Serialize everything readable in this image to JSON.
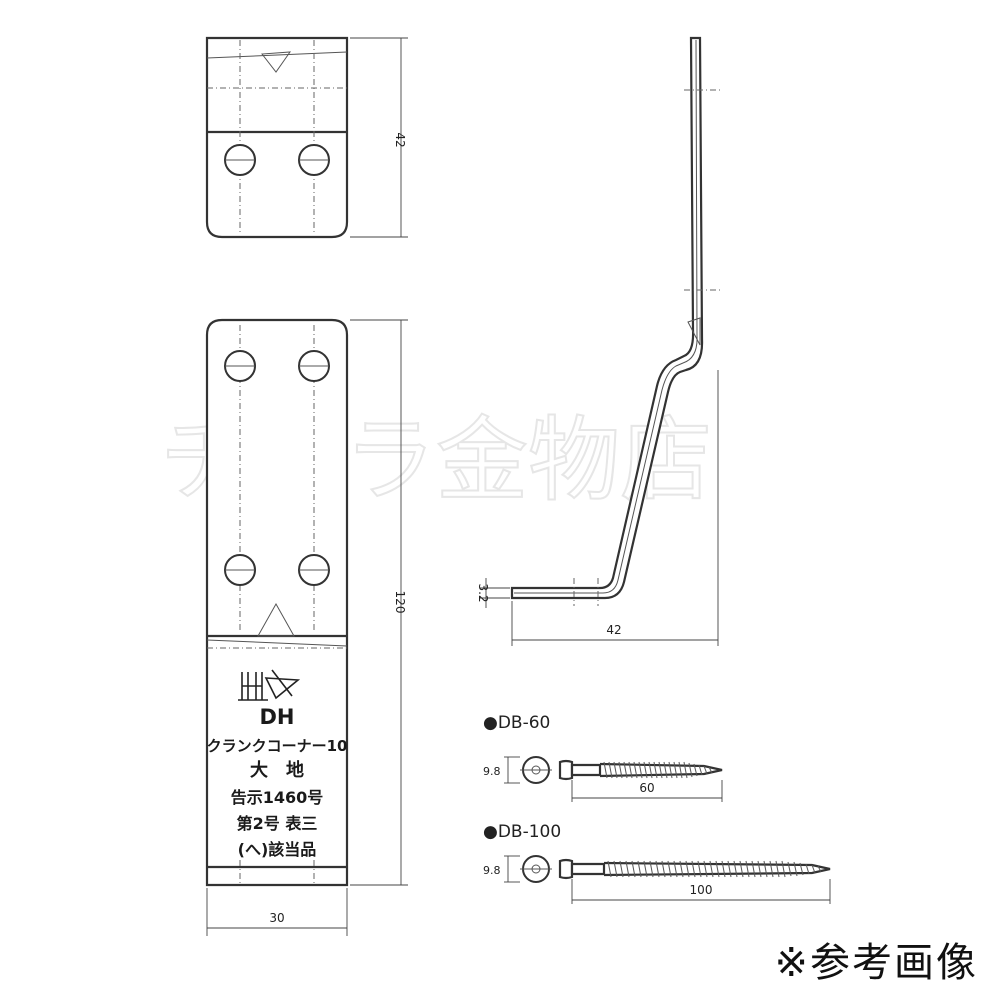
{
  "watermark": "チハラ金物店",
  "top_view": {
    "dim_height": "42"
  },
  "front_view": {
    "dim_height": "120",
    "dim_width": "30",
    "stamp": {
      "brand": "DH",
      "product": "クランクコーナー10",
      "maker": "大　地",
      "line1": "告示1460号",
      "line2": "第2号 表三",
      "line3": "(へ)該当品"
    }
  },
  "side_view": {
    "dim_thickness": "3.2",
    "dim_width": "42"
  },
  "screws": [
    {
      "label": "●DB-60",
      "head_dia": "9.8",
      "length": "60"
    },
    {
      "label": "●DB-100",
      "head_dia": "9.8",
      "length": "100"
    }
  ],
  "footnote": "※参考画像"
}
